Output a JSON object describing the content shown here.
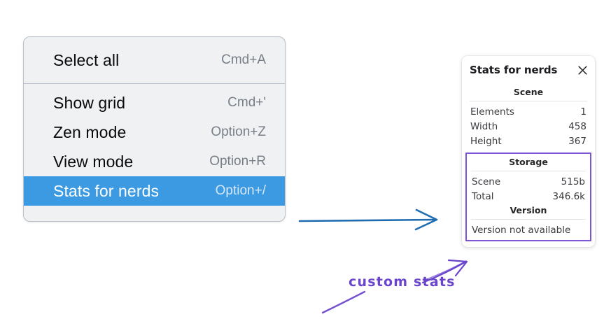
{
  "menu": {
    "groups": [
      {
        "items": [
          {
            "label": "Select all",
            "shortcut": "Cmd+A",
            "selected": false
          }
        ]
      },
      {
        "items": [
          {
            "label": "Show grid",
            "shortcut": "Cmd+'",
            "selected": false
          },
          {
            "label": "Zen mode",
            "shortcut": "Option+Z",
            "selected": false
          },
          {
            "label": "View mode",
            "shortcut": "Option+R",
            "selected": false
          },
          {
            "label": "Stats for nerds",
            "shortcut": "Option+/",
            "selected": true
          }
        ]
      }
    ],
    "highlight_color": "#3b9ae1"
  },
  "stats_panel": {
    "title": "Stats for nerds",
    "close_icon": "close-icon",
    "sections": [
      {
        "name": "scene",
        "title": "Scene",
        "rows": [
          {
            "key": "Elements",
            "value": "1"
          },
          {
            "key": "Width",
            "value": "458"
          },
          {
            "key": "Height",
            "value": "367"
          }
        ]
      },
      {
        "name": "storage",
        "title": "Storage",
        "rows": [
          {
            "key": "Scene",
            "value": "515b"
          },
          {
            "key": "Total",
            "value": "346.6k"
          }
        ]
      },
      {
        "name": "version",
        "title": "Version",
        "text": "Version not available"
      }
    ],
    "highlight_color": "#7d54d6"
  },
  "annotations": {
    "handwritten_label": "custom stats",
    "arrow_color_blue": "#1f6cb0",
    "arrow_color_purple": "#6a44cc"
  }
}
